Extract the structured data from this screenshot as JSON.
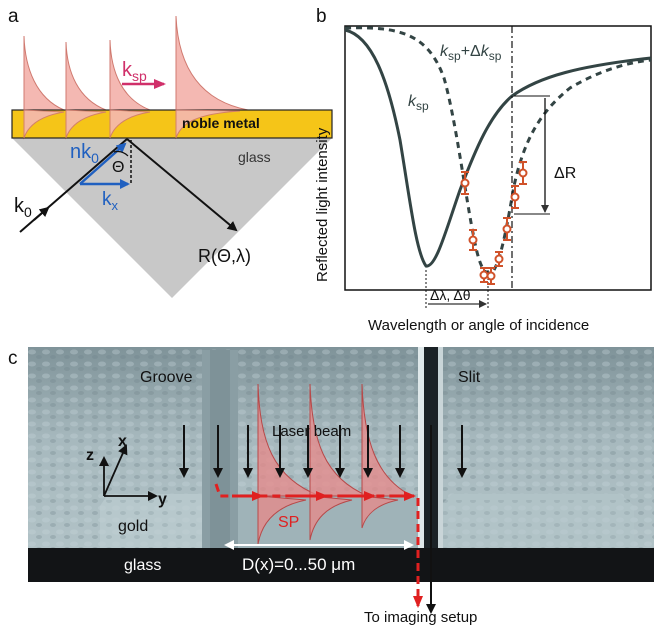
{
  "panel_a": {
    "letter": "a",
    "k_sp": "k",
    "k_sp_sub": "sp",
    "noble_metal": "noble metal",
    "glass": "glass",
    "nk0": "nk",
    "nk0_sub": "0",
    "theta": "Θ",
    "k0": "k",
    "k0_sub": "0",
    "kx": "k",
    "kx_sub": "x",
    "reflection": "R(Θ,λ)",
    "colors": {
      "metal": "#f5c518",
      "evanescent": "#f4b8b2",
      "glass": "#c8c8c8",
      "kvector": "#2060c0",
      "ksp": "#d0306a"
    }
  },
  "panel_b": {
    "letter": "b",
    "ylabel": "Reflected light intensity",
    "xlabel": "Wavelength or angle of incidence",
    "curve1_k": "k",
    "curve1_sub": "sp",
    "curve2_k1": "k",
    "curve2_sub1": "sp",
    "curve2_plus": "+Δ",
    "curve2_k2": "k",
    "curve2_sub2": "sp",
    "delta_r": "ΔR",
    "delta_shift": "Δλ, Δθ",
    "colors": {
      "curve": "#334444",
      "points": "#d0522a"
    }
  },
  "panel_c": {
    "letter": "c",
    "groove": "Groove",
    "slit": "Slit",
    "laser_beam": "Laser beam",
    "axis_z": "z",
    "axis_x": "x",
    "axis_y": "y",
    "gold": "gold",
    "glass": "glass",
    "sp": "SP",
    "distance": "D(x)=0...50 μm",
    "imaging": "To imaging setup",
    "colors": {
      "sp": "#e02020",
      "evanescent": "#e88888"
    }
  }
}
